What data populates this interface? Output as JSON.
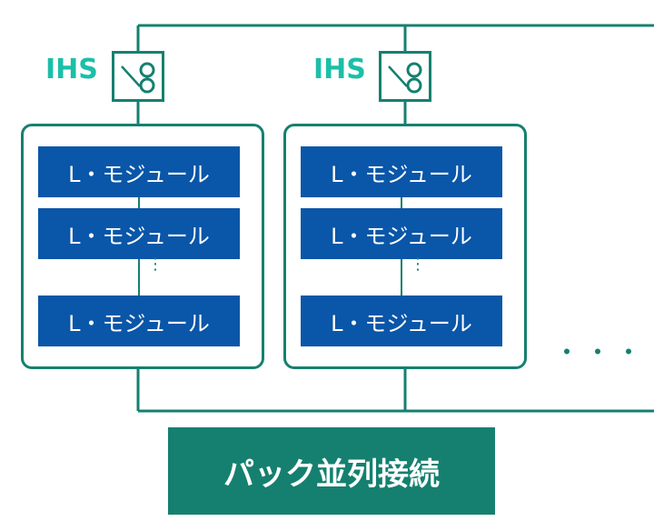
{
  "ihs_label": "IHS",
  "module_label": "L・モジュール",
  "vertical_dots": "⋮",
  "more_indicator": "・・・",
  "caption": "パック並列接続",
  "colors": {
    "teal_line": "#15806f",
    "ihs_text": "#1bbfa8",
    "module_fill": "#0a56a8",
    "caption_fill": "#15806f"
  },
  "icons": [
    "switch-icon"
  ]
}
